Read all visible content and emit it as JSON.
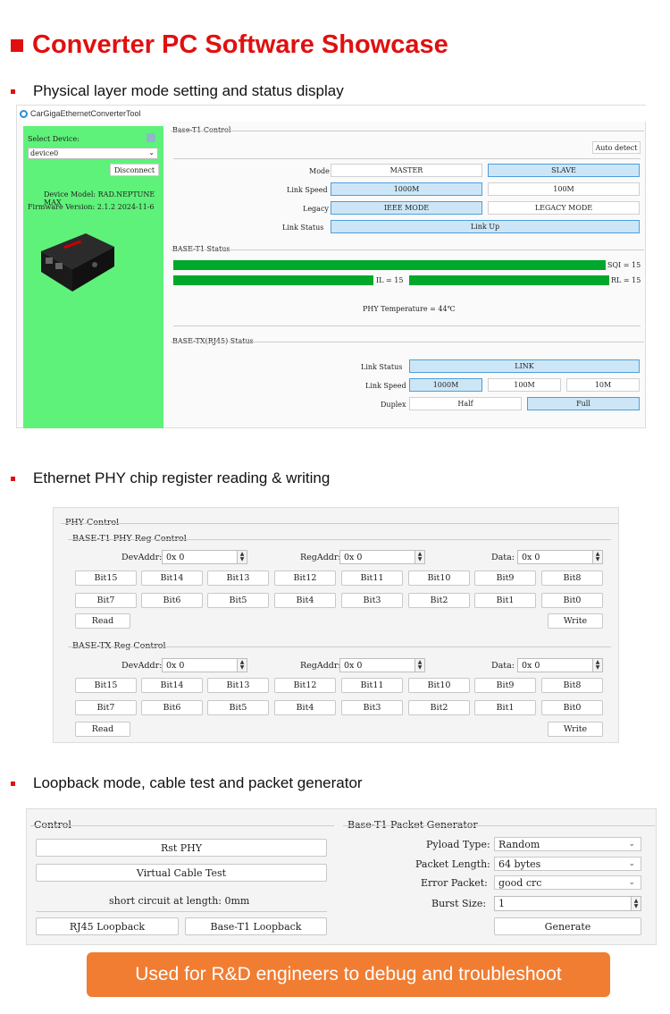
{
  "header": {
    "title": "Converter PC Software Showcase"
  },
  "sections": {
    "s1": "Physical layer mode setting and status display",
    "s2": "Ethernet PHY chip register reading & writing",
    "s3": "Loopback mode, cable test and packet generator"
  },
  "app": {
    "window_title": "CarGigaEthernetConverterTool",
    "select_device_label": "Select Device:",
    "device_value": "device0",
    "disconnect": "Disconnect",
    "device_model": "Device Model: RAD.NEPTUNE MAX",
    "firmware": "Firmware Version: 2.1.2 2024-11-6",
    "baset1_control_title": "Base-T1 Control",
    "auto_detect": "Auto detect",
    "mode_label": "Mode",
    "mode_master": "MASTER",
    "mode_slave": "SLAVE",
    "speed_label": "Link Speed",
    "speed_1000": "1000M",
    "speed_100": "100M",
    "legacy_label": "Legacy",
    "ieee_mode": "IEEE MODE",
    "legacy_mode": "LEGACY MODE",
    "link_status_label": "Link Status",
    "link_up": "Link Up",
    "status_title": "BASE-T1 Status",
    "sqi": "SQI = 15",
    "il": "IL = 15",
    "rl": "RL = 15",
    "phy_temp": "PHY Temperature = 44℃",
    "tx_title": "BASE-TX(RJ45) Status",
    "tx_link_status_label": "Link Status",
    "tx_link": "LINK",
    "tx_speed_label": "Link Speed",
    "tx_1000": "1000M",
    "tx_100": "100M",
    "tx_10": "10M",
    "duplex_label": "Duplex",
    "half": "Half",
    "full": "Full",
    "colors": {
      "panel_green": "#5ff27a",
      "bar_green": "#00a82b",
      "selected": "#cde6f7"
    }
  },
  "phy": {
    "title": "PHY Control",
    "t1_group": "BASE-T1 PHY Reg Control",
    "tx_group": "BASE-TX Reg Control",
    "devaddr_label": "DevAddr:",
    "regaddr_label": "RegAddr:",
    "data_label": "Data:",
    "hex_value": "0x 0",
    "bits_row1": [
      "Bit15",
      "Bit14",
      "Bit13",
      "Bit12",
      "Bit11",
      "Bit10",
      "Bit9",
      "Bit8"
    ],
    "bits_row2": [
      "Bit7",
      "Bit6",
      "Bit5",
      "Bit4",
      "Bit3",
      "Bit2",
      "Bit1",
      "Bit0"
    ],
    "read": "Read",
    "write": "Write"
  },
  "ctrl": {
    "title": "Control",
    "rst_phy": "Rst PHY",
    "cable_test": "Virtual Cable Test",
    "short_circuit": "short circuit at length: 0mm",
    "rj45_loopback": "RJ45 Loopback",
    "t1_loopback": "Base-T1 Loopback",
    "gen_title": "Base-T1 Packet Generator",
    "pyload_label": "Pyload Type:",
    "pyload_value": "Random",
    "pkt_len_label": "Packet Length:",
    "pkt_len_value": "64 bytes",
    "err_label": "Error Packet:",
    "err_value": "good crc",
    "burst_label": "Burst Size:",
    "burst_value": "1",
    "generate": "Generate"
  },
  "footer": {
    "banner": "Used for R&D engineers to debug and troubleshoot"
  }
}
